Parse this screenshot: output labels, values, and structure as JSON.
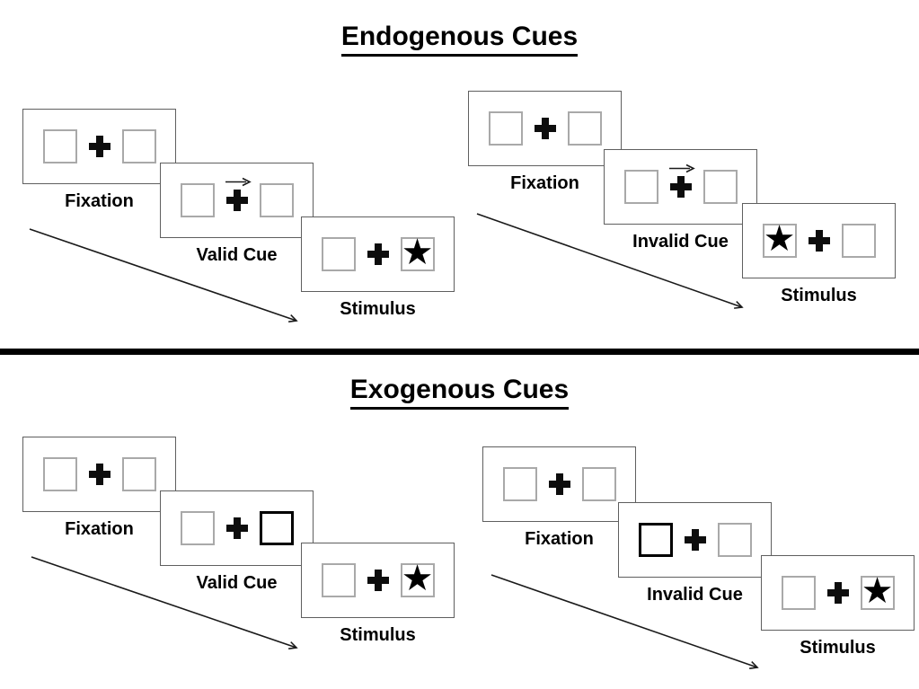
{
  "glyphs": {
    "star": "★"
  },
  "colors": {
    "background": "#ffffff",
    "panel_border": "#5f5f5f",
    "placeholder_box_border": "#a9a9a9",
    "thick_cue_box_border": "#000000",
    "text": "#000000",
    "divider": "#000000",
    "arrow": "#1a1a1a"
  },
  "sections": [
    {
      "title": "Endogenous Cues",
      "sequences": [
        {
          "name": "endogenous-valid-trial",
          "panels": [
            {
              "label": "Fixation",
              "left_box": "empty",
              "center": "cross",
              "right_box": "empty"
            },
            {
              "label": "Valid Cue",
              "left_box": "empty",
              "center": "cross-with-right-arrow",
              "right_box": "empty"
            },
            {
              "label": "Stimulus",
              "left_box": "empty",
              "center": "cross",
              "right_box": "star"
            }
          ]
        },
        {
          "name": "endogenous-invalid-trial",
          "panels": [
            {
              "label": "Fixation",
              "left_box": "empty",
              "center": "cross",
              "right_box": "empty"
            },
            {
              "label": "Invalid Cue",
              "left_box": "empty",
              "center": "cross-with-right-arrow",
              "right_box": "empty"
            },
            {
              "label": "Stimulus",
              "left_box": "star",
              "center": "cross",
              "right_box": "empty"
            }
          ]
        }
      ]
    },
    {
      "title": "Exogenous Cues",
      "sequences": [
        {
          "name": "exogenous-valid-trial",
          "panels": [
            {
              "label": "Fixation",
              "left_box": "empty",
              "center": "cross",
              "right_box": "empty"
            },
            {
              "label": "Valid Cue",
              "left_box": "empty",
              "center": "cross",
              "right_box": "thick-outline"
            },
            {
              "label": "Stimulus",
              "left_box": "empty",
              "center": "cross",
              "right_box": "star"
            }
          ]
        },
        {
          "name": "exogenous-invalid-trial",
          "panels": [
            {
              "label": "Fixation",
              "left_box": "empty",
              "center": "cross",
              "right_box": "empty"
            },
            {
              "label": "Invalid Cue",
              "left_box": "thick-outline",
              "center": "cross",
              "right_box": "empty"
            },
            {
              "label": "Stimulus",
              "left_box": "empty",
              "center": "cross",
              "right_box": "star"
            }
          ]
        }
      ]
    }
  ]
}
